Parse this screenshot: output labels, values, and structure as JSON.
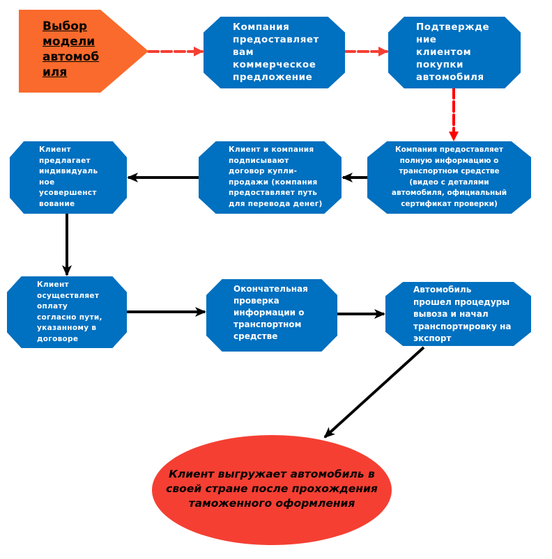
{
  "diagram": {
    "type": "flowchart",
    "language": "ru",
    "colors": {
      "start_fill": "#F96A2C",
      "process_fill": "#0070C0",
      "end_fill": "#F53F33",
      "dashed_arrow": "#F53F33",
      "solid_arrow": "#000000"
    },
    "nodes": {
      "start": {
        "shape": "pentagon",
        "text": "Выбор\nмодели\nавтомоб\nиля"
      },
      "offer": {
        "shape": "octagon",
        "text": "Компания\nпредоставляет\nвам\nкоммерческое\nпредложение"
      },
      "confirm": {
        "shape": "octagon",
        "text": "Подтвержде\nние\nклиентом\nпокупки\nавтомобиля"
      },
      "info": {
        "shape": "octagon",
        "text": "Компания предоставляет\nполную информацию о\nтранспортном средстве\n(видео с деталями\nавтомобиля, официальный\nсертификат проверки)"
      },
      "contract": {
        "shape": "octagon",
        "text": "Клиент и компания\nподписывают\nдоговор купли-\nпродажи (компания\nпредоставляет путь\nдля перевода денег)"
      },
      "upgrade": {
        "shape": "octagon",
        "text": "Клиент\nпредлагает\nиндивидуаль\nное\nусовершенст\nвование"
      },
      "payment": {
        "shape": "octagon",
        "text": "Клиент\nосуществляет\nоплату\nсогласно пути,\nуказанному в\nдоговоре"
      },
      "final_check": {
        "shape": "octagon",
        "text": "Окончательная\nпроверка\nинформации о\nтранспортном\nсредстве"
      },
      "export": {
        "shape": "octagon",
        "text": "Автомобиль\nпрошел процедуры\nвывоза и начал\nтранспортировку на\nэкспорт"
      },
      "end": {
        "shape": "ellipse",
        "text": "Клиент выгружает автомобиль в\nсвоей стране после прохождения\nтаможенного оформления"
      }
    },
    "edges": [
      {
        "from": "start",
        "to": "offer",
        "style": "dashed"
      },
      {
        "from": "offer",
        "to": "confirm",
        "style": "dashed"
      },
      {
        "from": "confirm",
        "to": "info",
        "style": "dashed"
      },
      {
        "from": "info",
        "to": "contract",
        "style": "solid"
      },
      {
        "from": "contract",
        "to": "upgrade",
        "style": "solid"
      },
      {
        "from": "upgrade",
        "to": "payment",
        "style": "solid"
      },
      {
        "from": "payment",
        "to": "final_check",
        "style": "solid"
      },
      {
        "from": "final_check",
        "to": "export",
        "style": "solid"
      },
      {
        "from": "export",
        "to": "end",
        "style": "solid"
      }
    ]
  }
}
